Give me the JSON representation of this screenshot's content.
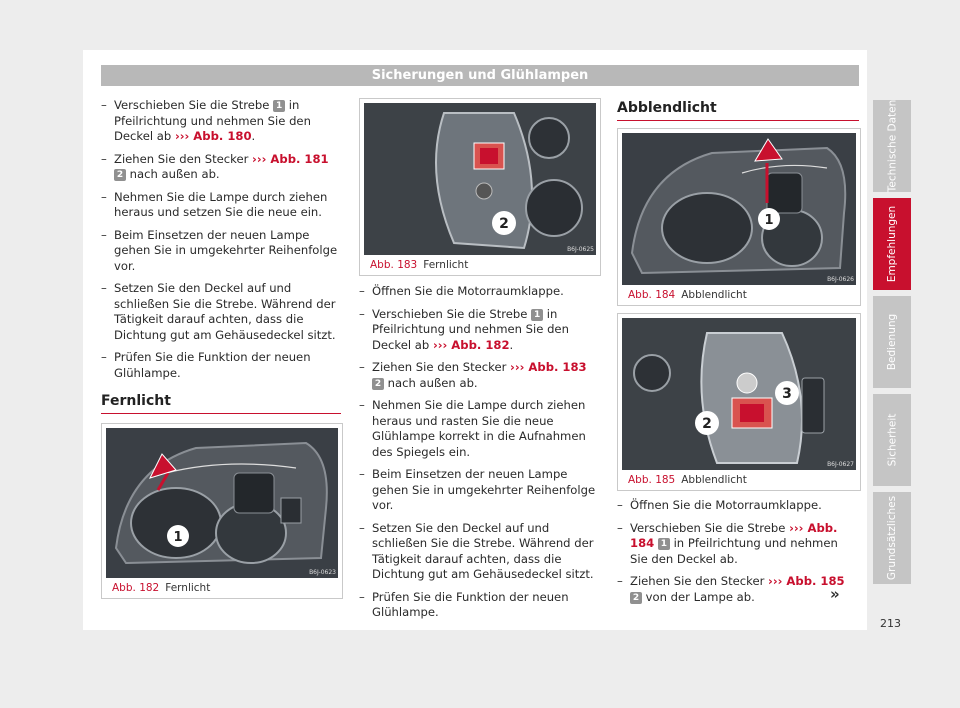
{
  "header": {
    "title": "Sicherungen und Glühlampen"
  },
  "col1": {
    "steps": [
      {
        "a": "Verschieben Sie die Strebe ",
        "n": "1",
        "b": " in Pfeilrich­tung und nehmen Sie den Deckel ab ",
        "ref": "››› Abb. 180",
        "c": "."
      },
      {
        "a": "Ziehen Sie den Stecker ",
        "ref": "››› Abb. 181",
        "n": "2",
        "b": " nach außen ab."
      },
      {
        "a": "Nehmen Sie die Lampe durch ziehen he­raus und setzen Sie die neue ein."
      },
      {
        "a": "Beim Einsetzen der neuen Lampe gehen Sie in umgekehrter Reihenfolge vor."
      },
      {
        "a": "Setzen Sie den Deckel auf und schließen Sie die Strebe. Während der Tätigkeit da­rauf achten, dass die Dichtung gut am Geh­äusedeckel sitzt."
      },
      {
        "a": "Prüfen Sie die Funktion der neuen Glühlam­pe."
      }
    ]
  },
  "section_fernlicht": {
    "title": "Fernlicht"
  },
  "section_abblendlicht": {
    "title": "Abblendlicht"
  },
  "figures": {
    "f182": {
      "label": "Abb. 182",
      "caption": "Fernlicht",
      "code": "B6J-0623",
      "callout": "1"
    },
    "f183": {
      "label": "Abb. 183",
      "caption": "Fernlicht",
      "code": "B6J-0625",
      "callout": "2"
    },
    "f184": {
      "label": "Abb. 184",
      "caption": "Abblendlicht",
      "code": "B6J-0626",
      "callout": "1"
    },
    "f185": {
      "label": "Abb. 185",
      "caption": "Abblendlicht",
      "code": "B6J-0627",
      "callout_a": "2",
      "callout_b": "3"
    }
  },
  "col2": {
    "steps": [
      {
        "a": "Öffnen Sie die Motorraumklappe."
      },
      {
        "a": "Verschieben Sie die Strebe ",
        "n": "1",
        "b": " in Pfeilrich­tung und nehmen Sie den Deckel ab ",
        "ref": "››› Abb. 182",
        "c": "."
      },
      {
        "a": "Ziehen Sie den Stecker ",
        "ref": "››› Abb. 183",
        "n": "2",
        "b": " nach außen ab."
      },
      {
        "a": "Nehmen Sie die Lampe durch ziehen he­raus und rasten Sie die neue Glühlampe korrekt in die Aufnahmen des Spiegels ein."
      },
      {
        "a": "Beim Einsetzen der neuen Lampe gehen Sie in umgekehrter Reihenfolge vor."
      },
      {
        "a": "Setzen Sie den Deckel auf und schließen Sie die Strebe. Während der Tätigkeit da­rauf achten, dass die Dichtung gut am Geh­äusedeckel sitzt."
      },
      {
        "a": "Prüfen Sie die Funktion der neuen Glühlam­pe."
      }
    ]
  },
  "col3": {
    "steps": [
      {
        "a": "Öffnen Sie die Motorraumklappe."
      },
      {
        "a": "Verschieben Sie die Strebe ",
        "ref": "››› Abb. 184",
        "n": "1",
        "b": " in Pfeilrichtung und nehmen Sie den Deckel ab."
      },
      {
        "a": "Ziehen Sie den Stecker ",
        "ref": "››› Abb. 185",
        "n": "2",
        "b": " von der Lampe ab."
      }
    ]
  },
  "continue_mark": "»",
  "sidebar": {
    "tabs": [
      "Technische Daten",
      "Empfehlungen",
      "Bedienung",
      "Sicherheit",
      "Grundsätzliches"
    ],
    "active": "Empfehlungen"
  },
  "page_number": "213",
  "colors": {
    "accent": "#c8102e",
    "header": "#b8b8b8",
    "tab": "#c5c5c5"
  }
}
